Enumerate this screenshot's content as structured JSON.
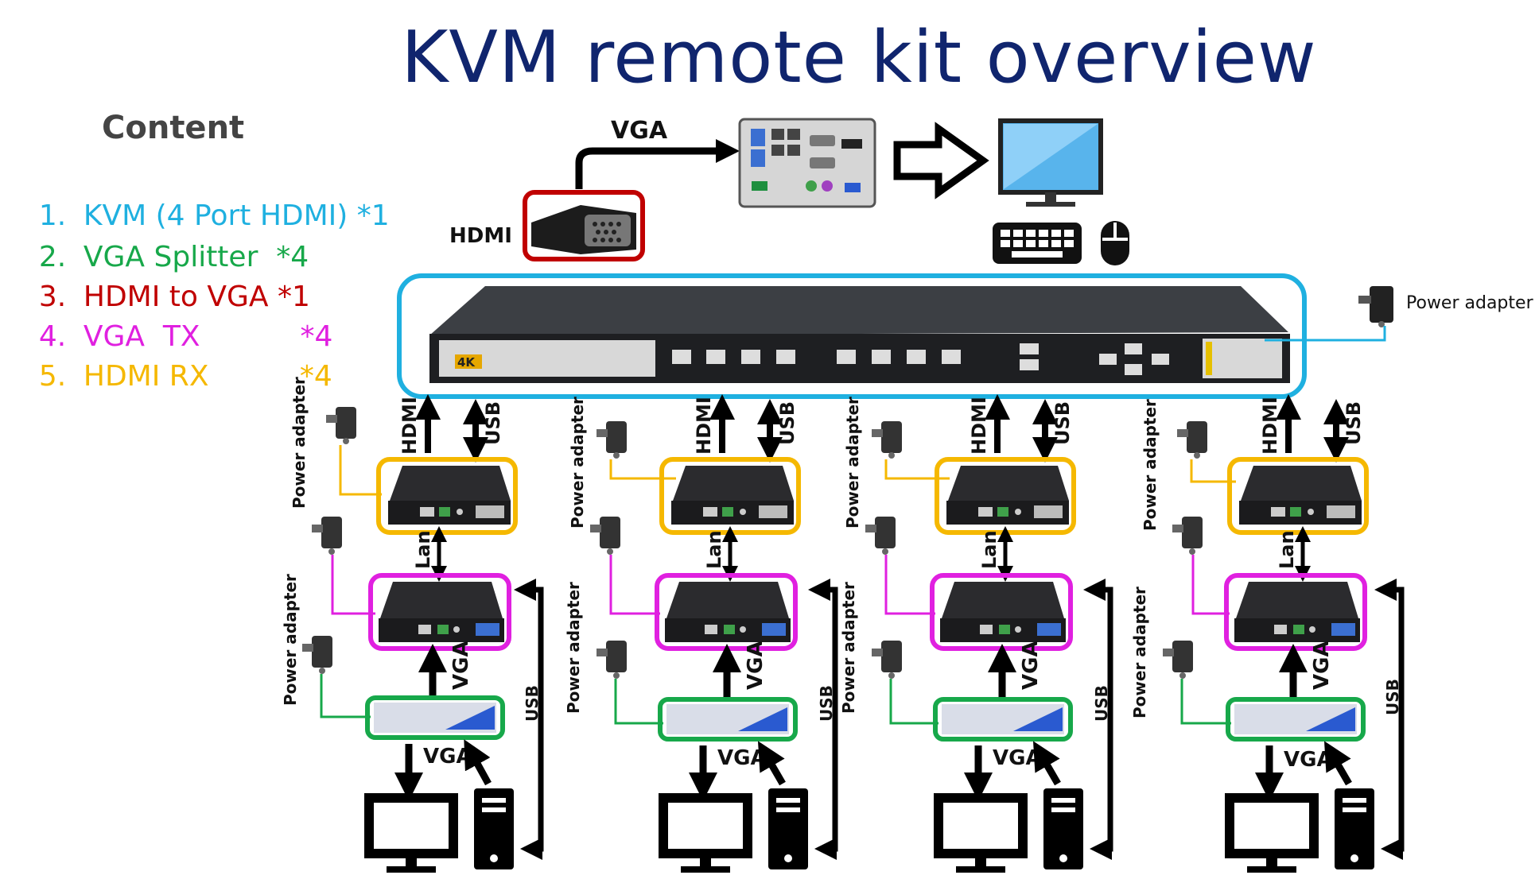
{
  "title": "KVM remote kit overview",
  "content": {
    "heading": "Content",
    "items": [
      {
        "num": "1.",
        "text": "KVM (4 Port HDMI) *1",
        "color": "#1fb0e0"
      },
      {
        "num": "2.",
        "text": "VGA Splitter  *4",
        "color": "#17a84a"
      },
      {
        "num": "3.",
        "text": "HDMI to VGA *1",
        "color": "#c00000"
      },
      {
        "num": "4.",
        "text": "VGA  TX           *4",
        "color": "#e020e0"
      },
      {
        "num": "5.",
        "text": "HDMI RX          *4",
        "color": "#f5b800"
      }
    ]
  },
  "labels": {
    "vga": "VGA",
    "hdmi": "HDMI",
    "usb": "USB",
    "lan": "Lan",
    "power_adapter": "Power adapter"
  },
  "kvm": {
    "badge": "4K"
  },
  "colors": {
    "kvm_frame": "#1fb0e0",
    "splitter_frame": "#17a84a",
    "hdmi_vga_frame": "#c00000",
    "vga_tx_frame": "#e020e0",
    "hdmi_rx_frame": "#f5b800",
    "title": "#10256e"
  }
}
